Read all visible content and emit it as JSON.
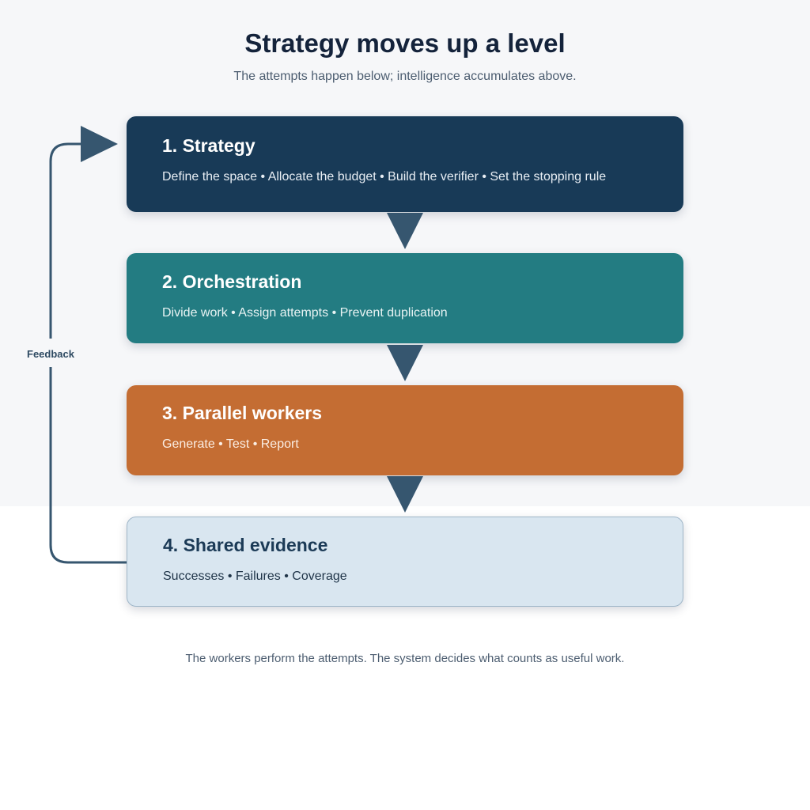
{
  "header": {
    "title": "Strategy moves up a level",
    "subtitle": "The attempts happen below; intelligence accumulates above."
  },
  "steps": [
    {
      "title": "1. Strategy",
      "description": "Define the space • Allocate the budget • Build the verifier • Set the stopping rule"
    },
    {
      "title": "2. Orchestration",
      "description": "Divide work • Assign attempts • Prevent duplication"
    },
    {
      "title": "3. Parallel workers",
      "description": "Generate • Test • Report"
    },
    {
      "title": "4. Shared evidence",
      "description": "Successes • Failures • Coverage"
    }
  ],
  "feedback": {
    "label": "Feedback"
  },
  "footer": {
    "text": "The workers perform the attempts. The system decides what counts as useful work."
  },
  "colors": {
    "strategy": "#183a57",
    "orchestration": "#237c82",
    "workers": "#c46d33",
    "evidence": "#d9e6f0",
    "arrow": "#36566f"
  }
}
